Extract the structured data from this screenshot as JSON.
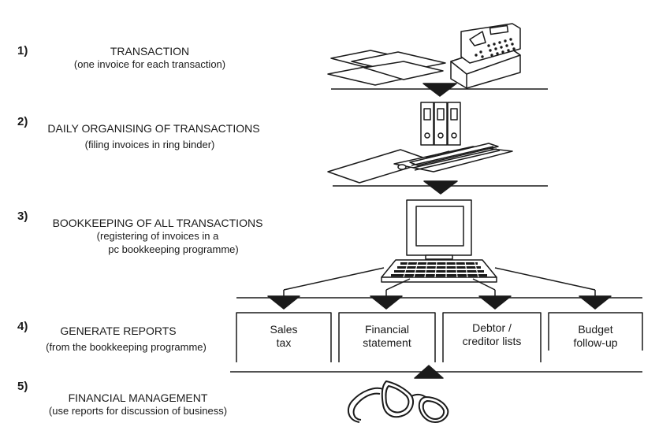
{
  "steps": [
    {
      "number": "1)",
      "title": "TRANSACTION",
      "subtitle": "(one invoice for each transaction)"
    },
    {
      "number": "2)",
      "title": "DAILY ORGANISING OF TRANSACTIONS",
      "subtitle": "(filing invoices in ring binder)"
    },
    {
      "number": "3)",
      "title": "BOOKKEEPING OF ALL TRANSACTIONS",
      "subtitle_line1": "(registering of invoices in a",
      "subtitle_line2": "pc bookkeeping programme)"
    },
    {
      "number": "4)",
      "title": "GENERATE REPORTS",
      "subtitle": "(from the bookkeeping programme)"
    },
    {
      "number": "5)",
      "title": "FINANCIAL MANAGEMENT",
      "subtitle": "(use reports for discussion of business)"
    }
  ],
  "reports": [
    {
      "line1": "Sales",
      "line2": "tax"
    },
    {
      "line1": "Financial",
      "line2": "statement"
    },
    {
      "line1": "Debtor /",
      "line2": "creditor lists"
    },
    {
      "line1": "Budget",
      "line2": "follow-up"
    }
  ],
  "illustrations": [
    "invoices-icon",
    "cash-register-icon",
    "ring-binders-icon",
    "open-folder-icon",
    "computer-icon",
    "glasses-icon"
  ]
}
